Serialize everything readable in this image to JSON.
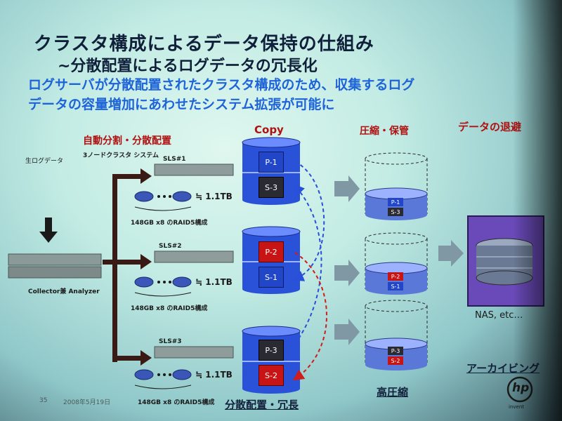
{
  "title": {
    "line1": "クラスタ構成によるデータ保持の仕組み",
    "line2": "~分散配置によるログデータの冗長化"
  },
  "subtitle": {
    "line1": "ログサーバが分散配置されたクラスタ構成のため、収集するログ",
    "line2": "データの容量増加にあわせたシステム拡張が可能に"
  },
  "headers": {
    "distribute": "自動分割・分散配置",
    "copy": "Copy",
    "compress": "圧縮・保管",
    "evacuate": "データの退避"
  },
  "left": {
    "raw_log": "生ログデータ",
    "cluster_system": "3ノードクラスタ システム",
    "collector": "Collector兼 Analyzer"
  },
  "nodes": [
    {
      "label": "SLS#1",
      "capacity": "≒ 1.1TB",
      "raid": "148GB x8 のRAID5構成"
    },
    {
      "label": "SLS#2",
      "capacity": "≒ 1.1TB",
      "raid": "148GB x8 のRAID5構成"
    },
    {
      "label": "SLS#3",
      "capacity": "≒ 1.1TB",
      "raid": "148GB x8 のRAID5構成"
    }
  ],
  "copy_stack": [
    {
      "top": "P-1",
      "bottom": "S-3"
    },
    {
      "top": "P-2",
      "bottom": "S-1"
    },
    {
      "top": "P-3",
      "bottom": "S-2"
    }
  ],
  "compressed_stack": [
    {
      "top": "P-1",
      "bottom": "S-3"
    },
    {
      "top": "P-2",
      "bottom": "S-1"
    },
    {
      "top": "P-3",
      "bottom": "S-2"
    }
  ],
  "footer": {
    "distributed": "分散配置・冗長",
    "high_compress": "高圧縮",
    "archiving": "アーカイビング",
    "nas": "NAS, etc…",
    "page_number": "35",
    "date": "2008年5月19日",
    "logo_text": "hp",
    "logo_sub": "invent"
  },
  "colors": {
    "title": "#10203a",
    "accent_blue": "#1e64d8",
    "accent_red": "#b01010",
    "primary_block": "#1f3fae",
    "copy_red": "#c81414",
    "archive_purple": "#6a4ab8",
    "disk_blue": "#3a56b8"
  }
}
